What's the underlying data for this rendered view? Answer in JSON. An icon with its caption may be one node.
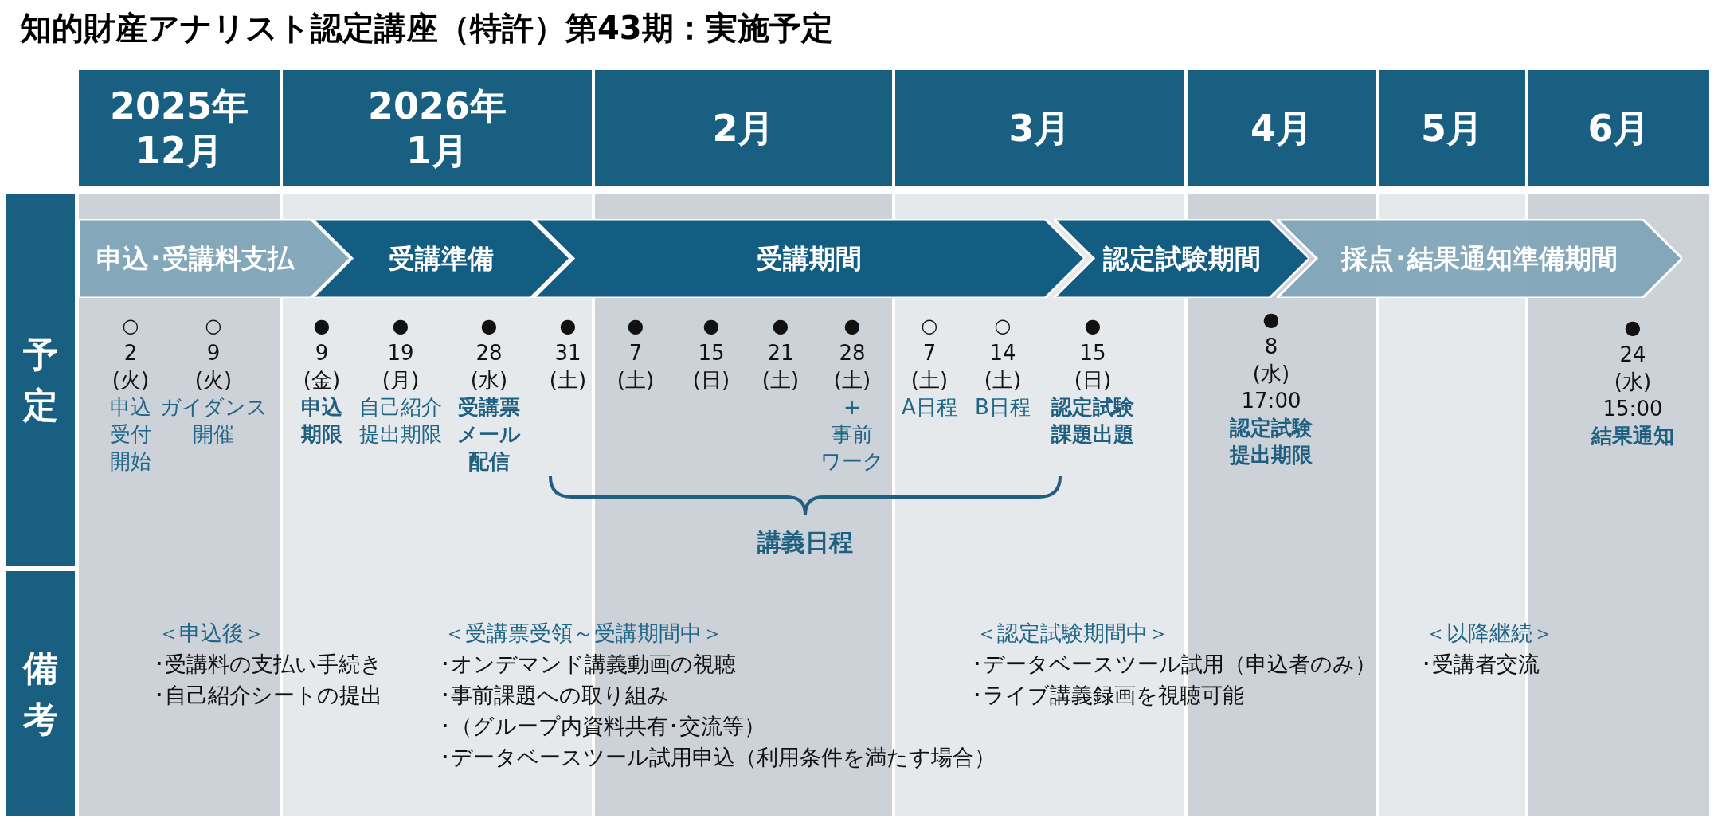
{
  "diagram": {
    "title": "知的財産アナリスト認定講座（特許）第43期：実施予定",
    "nodes": [
      {
        "text": [
          "申込･受講料支払"
        ]
      },
      {
        "text": [
          "受講準備"
        ]
      },
      {
        "text": [
          "受講期間"
        ]
      },
      {
        "text": [
          "認定試験期間"
        ]
      },
      {
        "text": [
          "採点･結果通知準備期間"
        ]
      }
    ],
    "labels": [
      "2025年12月",
      "2026年1月",
      "2月",
      "3月",
      "4月",
      "5月",
      "6月",
      "予定",
      "備考",
      "○",
      "2",
      "(火)",
      "申込受付開始",
      "○",
      "9",
      "(火)",
      "ガイダンス開催",
      "●",
      "9",
      "(金)",
      "申込期限",
      "●",
      "19",
      "(月)",
      "自己紹介提出期限",
      "●",
      "28",
      "(水)",
      "受講票メール配信",
      "●",
      "31",
      "(土)",
      "●",
      "7",
      "(土)",
      "●",
      "15",
      "(日)",
      "●",
      "21",
      "(土)",
      "●",
      "28",
      "(土)",
      "+",
      "事前ワーク",
      "○",
      "7",
      "(土)",
      "A日程",
      "○",
      "14",
      "(土)",
      "B日程",
      "●",
      "15",
      "(日)",
      "認定試験課題出題",
      "●",
      "8",
      "(水)",
      "17:00",
      "認定試験提出期限",
      "●",
      "24",
      "(水)",
      "15:00",
      "結果通知",
      "講義日程",
      "＜申込後＞",
      "･受講料の支払い手続き",
      "･自己紹介シートの提出",
      "＜受講票受領～受講期間中＞",
      "･オンデマンド講義動画の視聴",
      "･事前課題への取り組み",
      "･（グループ内資料共有･交流等）",
      "･データベースツール試用申込（利用条件を満たす場合）",
      "＜認定試験期間中＞",
      "･データベースツール試用（申込者のみ）",
      "･ライブ講義録画を視聴可能",
      "＜以降継続＞",
      "･受講者交流"
    ]
  }
}
